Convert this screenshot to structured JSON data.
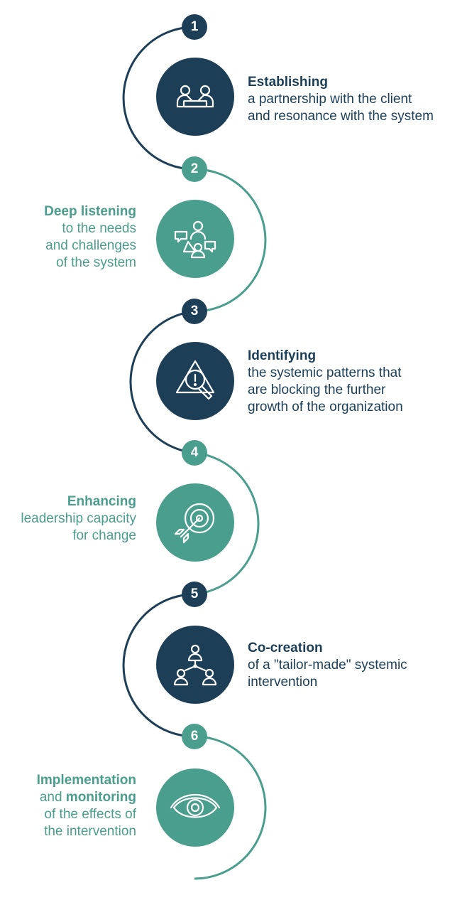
{
  "colors": {
    "dark": "#1c3f57",
    "teal": "#4a9e8d"
  },
  "steps": [
    {
      "number": "1",
      "title": "Establishing",
      "lines": [
        "a partnership with the client",
        "and resonance with the system"
      ],
      "icon": "handshake-meeting-icon"
    },
    {
      "number": "2",
      "title": "Deep listening",
      "lines": [
        "to the needs",
        "and challenges",
        "of the system"
      ],
      "icon": "conversation-group-icon"
    },
    {
      "number": "3",
      "title": "Identifying",
      "lines": [
        "the systemic patterns that",
        "are blocking the further",
        "growth of the organization"
      ],
      "icon": "warning-magnifier-icon"
    },
    {
      "number": "4",
      "title": "Enhancing",
      "lines": [
        "leadership capacity",
        "for change"
      ],
      "icon": "target-arrow-icon"
    },
    {
      "number": "5",
      "title": "Co-creation",
      "lines": [
        "of a \"tailor-made\" systemic",
        "intervention"
      ],
      "icon": "network-people-icon"
    },
    {
      "number": "6",
      "title_a": "Implementation",
      "title_b_prefix": "and ",
      "title_b": "monitoring",
      "lines": [
        "of the effects of",
        "the intervention"
      ],
      "icon": "eye-icon"
    }
  ]
}
